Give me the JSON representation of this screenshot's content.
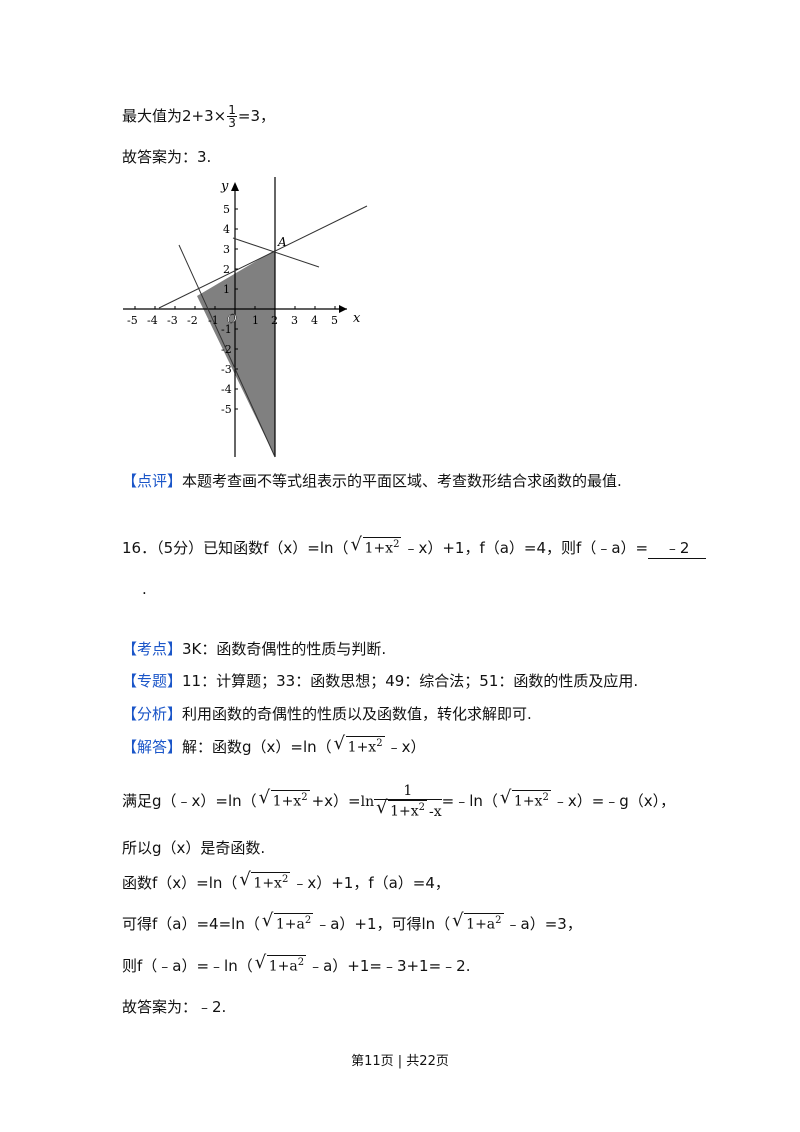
{
  "top": {
    "line1_prefix": "最大值为2+3×",
    "frac_num": "1",
    "frac_den": "3",
    "line1_suffix": "=3，",
    "line2": "故答案为：3."
  },
  "graph": {
    "x_axis_label": "x",
    "y_axis_label": "y",
    "point_label": "A",
    "origin_label": "O",
    "x_ticks": [
      "-5",
      "-4",
      "-3",
      "-2",
      "-1",
      "1",
      "2",
      "3",
      "4",
      "5"
    ],
    "y_ticks": [
      "5",
      "4",
      "3",
      "2",
      "1",
      "-1",
      "-2",
      "-3",
      "-4",
      "-5"
    ],
    "shade_color": "#808080"
  },
  "review": {
    "tag": "【点评】",
    "text": "本题考查画不等式组表示的平面区域、考查数形结合求函数的最值."
  },
  "q16": {
    "number": "16．（5分）已知函数f（x）=ln（",
    "rad": "1+x",
    "exp": "2",
    "after_rad": "﹣x）+1，f（a）=4，则f（﹣a）=",
    "answer": "﹣2",
    "period": "."
  },
  "kaodian": {
    "tag": "【考点】",
    "text": "3K：函数奇偶性的性质与判断."
  },
  "zhuanti": {
    "tag": "【专题】",
    "text": "11：计算题；33：函数思想；49：综合法；51：函数的性质及应用."
  },
  "fenxi": {
    "tag": "【分析】",
    "text": "利用函数的奇偶性的性质以及函数值，转化求解即可."
  },
  "jieda": {
    "tag": "【解答】",
    "prefix": "解：函数g（x）=ln（",
    "rad": "1+x",
    "exp": "2",
    "suffix": "﹣x）"
  },
  "satisfy": {
    "prefix": "满足g（﹣x）=ln（",
    "rad": "1+x",
    "exp": "2",
    "mid": "+x）=",
    "ln_text": "ln",
    "frac_num": "1",
    "frac_den_rad": "1+x",
    "frac_den_exp": "2",
    "frac_den_tail": "-x",
    "eq2": "=﹣ln（",
    "rad2": "1+x",
    "exp2": "2",
    "suffix": "﹣x）=﹣g（x），"
  },
  "odd": "所以g（x）是奇函数.",
  "func_line": {
    "prefix": "函数f（x）=ln（",
    "rad": "1+x",
    "exp": "2",
    "suffix": "﹣x）+1，f（a）=4，"
  },
  "get_line": {
    "prefix": "可得f（a）=4=ln（",
    "rad": "1+a",
    "exp": "2",
    "mid": "﹣a）+1，可得ln（",
    "rad2": "1+a",
    "exp2": "2",
    "suffix": "﹣a）=3，"
  },
  "then_line": {
    "prefix": "则f（﹣a）=﹣ln（",
    "rad": "1+a",
    "exp": "2",
    "suffix": "﹣a）+1=﹣3+1=﹣2."
  },
  "final": "故答案为：﹣2.",
  "footer": "第11页 | 共22页"
}
